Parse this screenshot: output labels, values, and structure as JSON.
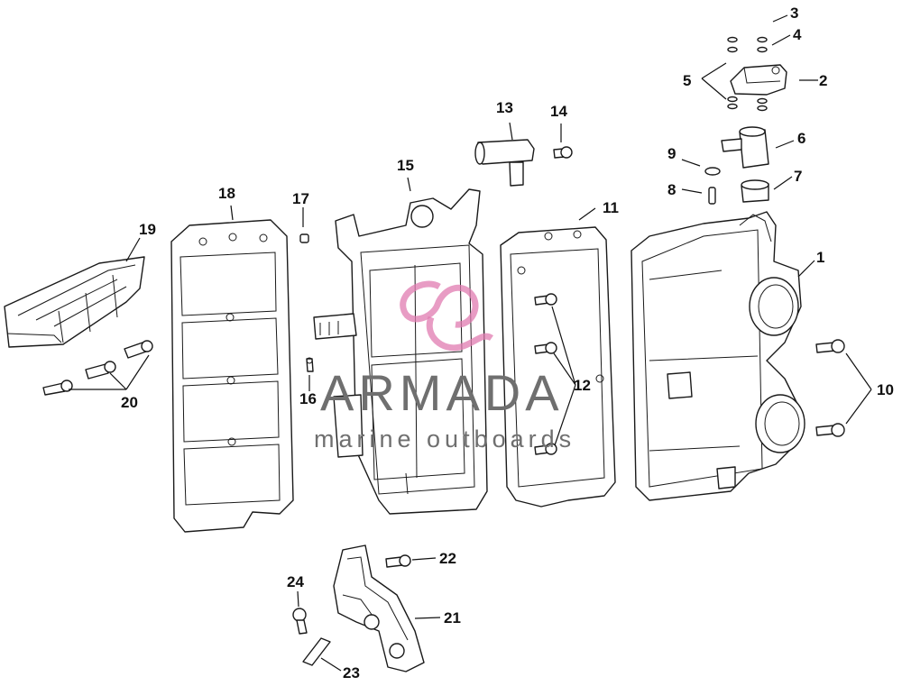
{
  "callouts": [
    {
      "id": "1",
      "label": "1"
    },
    {
      "id": "2",
      "label": "2"
    },
    {
      "id": "3",
      "label": "3"
    },
    {
      "id": "4",
      "label": "4"
    },
    {
      "id": "5",
      "label": "5"
    },
    {
      "id": "6",
      "label": "6"
    },
    {
      "id": "7",
      "label": "7"
    },
    {
      "id": "8",
      "label": "8"
    },
    {
      "id": "9",
      "label": "9"
    },
    {
      "id": "10",
      "label": "10"
    },
    {
      "id": "11",
      "label": "11"
    },
    {
      "id": "12",
      "label": "12"
    },
    {
      "id": "13",
      "label": "13"
    },
    {
      "id": "14",
      "label": "14"
    },
    {
      "id": "15",
      "label": "15"
    },
    {
      "id": "16",
      "label": "16"
    },
    {
      "id": "17",
      "label": "17"
    },
    {
      "id": "18",
      "label": "18"
    },
    {
      "id": "19",
      "label": "19"
    },
    {
      "id": "20",
      "label": "20"
    },
    {
      "id": "21",
      "label": "21"
    },
    {
      "id": "22",
      "label": "22"
    },
    {
      "id": "23",
      "label": "23"
    },
    {
      "id": "24",
      "label": "24"
    }
  ],
  "watermark": {
    "brand": "ARMADA",
    "tagline": "marine outboards",
    "logo_color": "#e07bb0"
  },
  "colors": {
    "line": "#1a1a1a",
    "background": "#ffffff",
    "watermark_text": "#6f6f6f"
  }
}
